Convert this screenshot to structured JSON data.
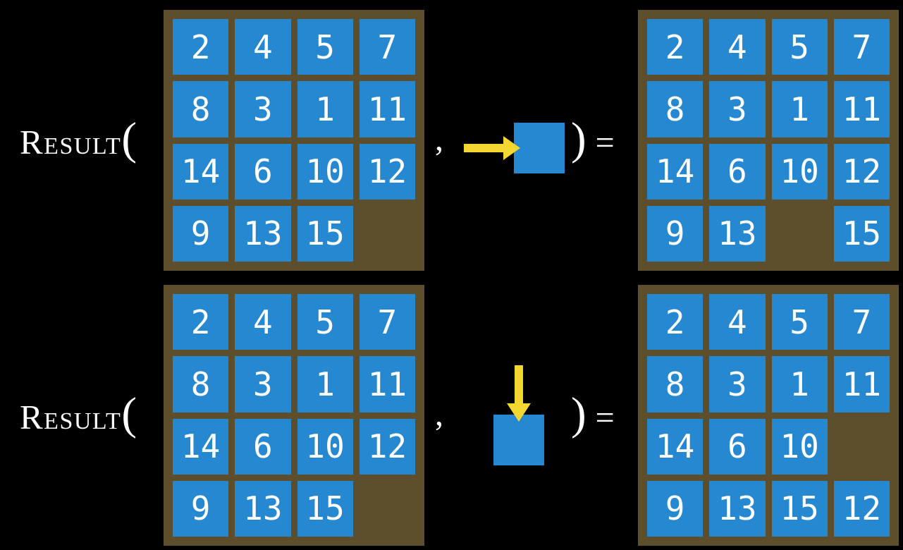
{
  "figure": {
    "description": "RESULT function examples on a 15-puzzle"
  },
  "colors": {
    "background": "#000000",
    "frame": "#5e4f2c",
    "tile": "#2688d0",
    "tile_text": "#ffffff",
    "arrow": "#f1d72f",
    "text": "#ffffff"
  },
  "labels": {
    "function_name": "Result",
    "open_paren": "(",
    "comma": ",",
    "close_paren": ")",
    "equals": "="
  },
  "examples": [
    {
      "id": "example-1",
      "action_direction": "right",
      "input_grid": [
        [
          "2",
          "4",
          "5",
          "7"
        ],
        [
          "8",
          "3",
          "1",
          "11"
        ],
        [
          "14",
          "6",
          "10",
          "12"
        ],
        [
          "9",
          "13",
          "15",
          ""
        ]
      ],
      "result_grid": [
        [
          "2",
          "4",
          "5",
          "7"
        ],
        [
          "8",
          "3",
          "1",
          "11"
        ],
        [
          "14",
          "6",
          "10",
          "12"
        ],
        [
          "9",
          "13",
          "",
          "15"
        ]
      ]
    },
    {
      "id": "example-2",
      "action_direction": "down",
      "input_grid": [
        [
          "2",
          "4",
          "5",
          "7"
        ],
        [
          "8",
          "3",
          "1",
          "11"
        ],
        [
          "14",
          "6",
          "10",
          "12"
        ],
        [
          "9",
          "13",
          "15",
          ""
        ]
      ],
      "result_grid": [
        [
          "2",
          "4",
          "5",
          "7"
        ],
        [
          "8",
          "3",
          "1",
          "11"
        ],
        [
          "14",
          "6",
          "10",
          ""
        ],
        [
          "9",
          "13",
          "15",
          "12"
        ]
      ]
    }
  ]
}
